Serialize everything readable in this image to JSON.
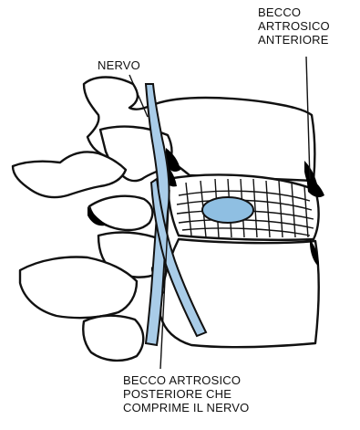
{
  "labels": {
    "anterior_spur": [
      "BECCO",
      "ARTROSICO",
      "ANTERIORE"
    ],
    "nerve": "NERVO",
    "posterior_spur": [
      "BECCO ARTROSICO",
      "POSTERIORE CHE",
      "COMPRIME IL NERVO"
    ]
  },
  "colors": {
    "nerve_fill": "#a9cce8",
    "disc_core": "#8fbfe2",
    "outline": "#111111",
    "bone": "#ffffff",
    "shadow": "#000000"
  }
}
